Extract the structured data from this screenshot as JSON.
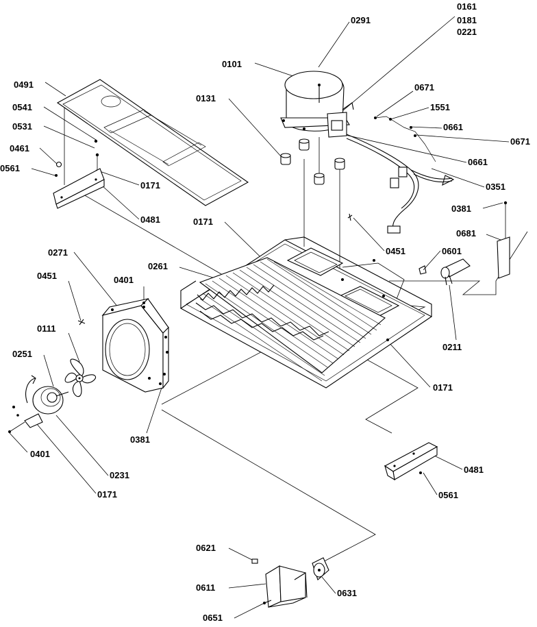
{
  "callouts": {
    "c0161": "0161",
    "c0181": "0181",
    "c0221": "0221",
    "c0291": "0291",
    "c0101": "0101",
    "c0491": "0491",
    "c0131": "0131",
    "c0671a": "0671",
    "c0541": "0541",
    "c1551": "1551",
    "c0531": "0531",
    "c0661a": "0661",
    "c0671b": "0671",
    "c0461": "0461",
    "c0561a": "0561",
    "c0171a": "0171",
    "c0661b": "0661",
    "c0351": "0351",
    "c0481a": "0481",
    "c0381a": "0381",
    "c0171b": "0171",
    "c0681": "0681",
    "c0451a": "0451",
    "c0601": "0601",
    "c0271": "0271",
    "c0261": "0261",
    "c0451b": "0451",
    "c0401a": "0401",
    "c0111": "0111",
    "c0211": "0211",
    "c0251": "0251",
    "c0171c": "0171",
    "c0381b": "0381",
    "c0401b": "0401",
    "c0481b": "0481",
    "c0231": "0231",
    "c0561b": "0561",
    "c0171d": "0171",
    "c0621": "0621",
    "c0611": "0611",
    "c0631": "0631",
    "c0651": "0651"
  }
}
